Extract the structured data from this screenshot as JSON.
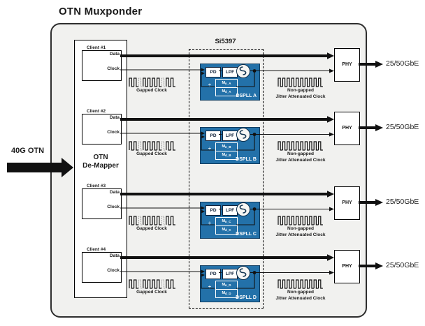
{
  "title": "OTN Muxponder",
  "input_label": "40G OTN",
  "demapper": {
    "line1": "OTN",
    "line2": "De-Mapper"
  },
  "chip": {
    "label": "Si5397"
  },
  "shared": {
    "data_label": "Data",
    "clock_label": "Clock",
    "gapped_caption": "Gapped Clock",
    "nongapped_caption_line1": "Non-gapped",
    "nongapped_caption_line2": "Jitter Attenuated Clock",
    "pd": "PD",
    "lpf": "LPF",
    "divide": "÷",
    "m_base": "M",
    "phy": "PHY",
    "output": "25/50GbE"
  },
  "rows": [
    {
      "client": "Client #1",
      "dspll": "DSPLL A",
      "m_num_sub": "n_A",
      "m_den_sub": "d_A"
    },
    {
      "client": "Client #2",
      "dspll": "DSPLL B",
      "m_num_sub": "n_B",
      "m_den_sub": "d_B"
    },
    {
      "client": "Client #3",
      "dspll": "DSPLL C",
      "m_num_sub": "n_C",
      "m_den_sub": "d_C"
    },
    {
      "client": "Client #4",
      "dspll": "DSPLL D",
      "m_num_sub": "n_D",
      "m_den_sub": "d_D"
    }
  ],
  "colors": {
    "dspll_blue": "#2371A9",
    "dspll_border": "#103C60",
    "panel_background": "#F1F1EF",
    "line_black": "#111111",
    "gapped_pulse_gray": "#9A9A9A"
  }
}
